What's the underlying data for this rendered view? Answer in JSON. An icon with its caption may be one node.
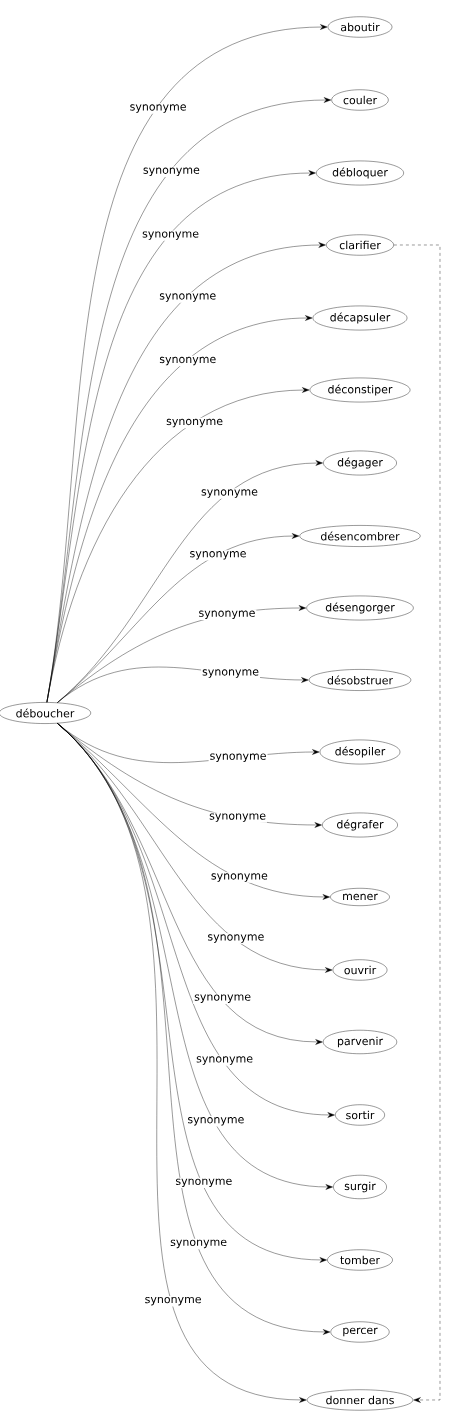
{
  "diagram": {
    "nodes": [
      {
        "text": [
          "déboucher"
        ]
      },
      {
        "text": [
          "aboutir"
        ]
      },
      {
        "text": [
          "couler"
        ]
      },
      {
        "text": [
          "débloquer"
        ]
      },
      {
        "text": [
          "clarifier"
        ]
      },
      {
        "text": [
          "décapsuler"
        ]
      },
      {
        "text": [
          "déconstiper"
        ]
      },
      {
        "text": [
          "dégager"
        ]
      },
      {
        "text": [
          "désencombrer"
        ]
      },
      {
        "text": [
          "désengorger"
        ]
      },
      {
        "text": [
          "désobstruer"
        ]
      },
      {
        "text": [
          "désopiler"
        ]
      },
      {
        "text": [
          "dégrafer"
        ]
      },
      {
        "text": [
          "mener"
        ]
      },
      {
        "text": [
          "ouvrir"
        ]
      },
      {
        "text": [
          "parvenir"
        ]
      },
      {
        "text": [
          "sortir"
        ]
      },
      {
        "text": [
          "surgir"
        ]
      },
      {
        "text": [
          "tomber"
        ]
      },
      {
        "text": [
          "percer"
        ]
      },
      {
        "text": [
          "donner dans"
        ]
      }
    ],
    "edges": [
      {
        "from": 0,
        "to": 1,
        "arrow": "to",
        "label": "synonyme"
      },
      {
        "from": 0,
        "to": 2,
        "arrow": "to",
        "label": "synonyme"
      },
      {
        "from": 0,
        "to": 3,
        "arrow": "to",
        "label": "synonyme"
      },
      {
        "from": 0,
        "to": 4,
        "arrow": "to",
        "label": "synonyme"
      },
      {
        "from": 0,
        "to": 5,
        "arrow": "to",
        "label": "synonyme"
      },
      {
        "from": 0,
        "to": 6,
        "arrow": "to",
        "label": "synonyme"
      },
      {
        "from": 0,
        "to": 7,
        "arrow": "to",
        "label": "synonyme"
      },
      {
        "from": 0,
        "to": 8,
        "arrow": "to",
        "label": "synonyme"
      },
      {
        "from": 0,
        "to": 9,
        "arrow": "to",
        "label": "synonyme"
      },
      {
        "from": 0,
        "to": 10,
        "arrow": "to",
        "label": "synonyme"
      },
      {
        "from": 0,
        "to": 11,
        "arrow": "to",
        "label": "synonyme"
      },
      {
        "from": 0,
        "to": 12,
        "arrow": "to",
        "label": "synonyme"
      },
      {
        "from": 0,
        "to": 13,
        "arrow": "to",
        "label": "synonyme"
      },
      {
        "from": 0,
        "to": 14,
        "arrow": "to",
        "label": "synonyme"
      },
      {
        "from": 0,
        "to": 15,
        "arrow": "to",
        "label": "synonyme"
      },
      {
        "from": 0,
        "to": 16,
        "arrow": "to",
        "label": "synonyme"
      },
      {
        "from": 0,
        "to": 17,
        "arrow": "to",
        "label": "synonyme"
      },
      {
        "from": 0,
        "to": 18,
        "arrow": "to",
        "label": "synonyme"
      },
      {
        "from": 0,
        "to": 19,
        "arrow": "to",
        "label": "synonyme"
      },
      {
        "from": 0,
        "to": 20,
        "arrow": "to",
        "label": "synonyme"
      },
      {
        "from": 4,
        "to": 20,
        "arrow": "to",
        "style": "dashed"
      }
    ]
  }
}
